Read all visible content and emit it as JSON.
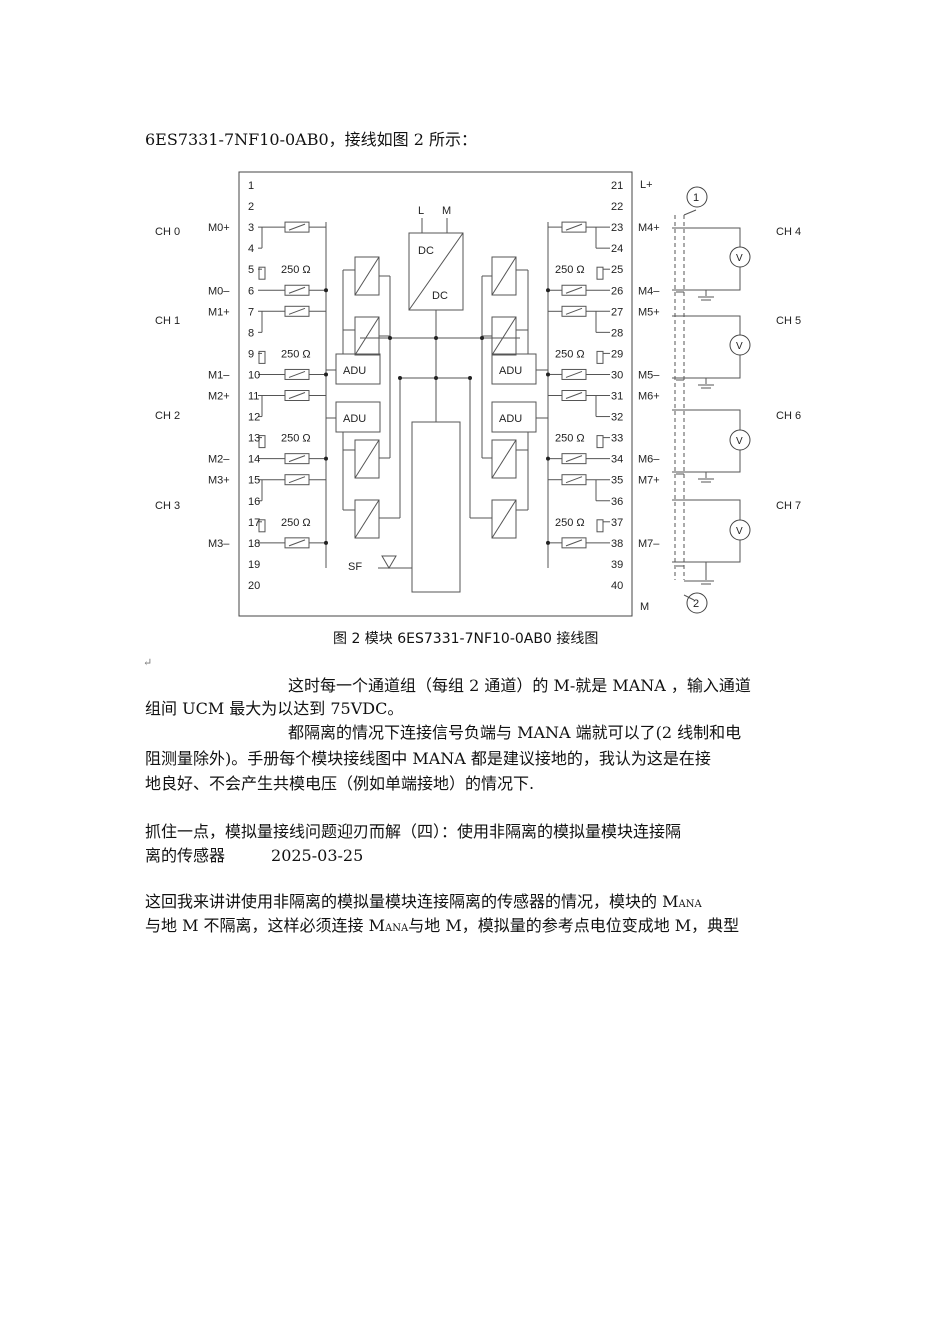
{
  "heading": "6ES7331-7NF10-0AB0，接线如图 2 所示：",
  "figure": {
    "caption": "图 2   模块 6ES7331-7NF10-0AB0 接线图",
    "ch_left": [
      "CH 0",
      "CH 1",
      "CH 2",
      "CH 3"
    ],
    "ch_right": [
      "CH 4",
      "CH 5",
      "CH 6",
      "CH 7"
    ],
    "terminal_left": [
      "M0+",
      "M0–",
      "M1+",
      "M1–",
      "M2+",
      "M2–",
      "M3+",
      "M3–"
    ],
    "terminal_right": [
      "M4+",
      "M4–",
      "M5+",
      "M5–",
      "M6+",
      "M6–",
      "M7+",
      "M7–"
    ],
    "pins_left": [
      "1",
      "2",
      "3",
      "4",
      "5",
      "6",
      "7",
      "8",
      "9",
      "10",
      "11",
      "12",
      "13",
      "14",
      "15",
      "16",
      "17",
      "18",
      "19",
      "20"
    ],
    "pins_right": [
      "21",
      "22",
      "23",
      "24",
      "25",
      "26",
      "27",
      "28",
      "29",
      "30",
      "31",
      "32",
      "33",
      "34",
      "35",
      "36",
      "37",
      "38",
      "39",
      "40"
    ],
    "power_top": "L+",
    "power_bottom": "M",
    "supply_l": "L",
    "supply_m": "M",
    "dc_top": "DC",
    "dc_bottom": "DC",
    "adu": "ADU",
    "resistor": "250 Ω",
    "sf": "SF",
    "voltmeter": "V",
    "marker_1": "1",
    "marker_2": "2"
  },
  "return_mark": "↵",
  "para1": {
    "line1": "这时每一个通道组（每组 2 通道）的 M-就是 MANA ，输入通道",
    "line2": "组间 UCM 最大为以达到 75VDC。"
  },
  "para2": {
    "line1": "都隔离的情况下连接信号负端与 MANA 端就可以了(2 线制和电",
    "line2": "阻测量除外)。手册每个模块接线图中 MANA 都是建议接地的，我认为这是在接",
    "line3": "地良好、不会产生共模电压（例如单端接地）的情况下."
  },
  "title2": {
    "line1": "抓住一点，模拟量接线问题迎刃而解（四）：使用非隔离的模拟量模块连接隔",
    "line2": "离的传感器",
    "date": "2025-03-25"
  },
  "para3": {
    "line1_a": "这回我来讲讲使用非隔离的模拟量模块连接隔离的传感器的情况，模块的 M",
    "line1_sub": "ANA",
    "line2_a": "与地 M 不隔离，这样必须连接 M",
    "line2_sub": "ANA",
    "line2_b": "与地 M，模拟量的参考点电位变成地 M，典型"
  }
}
